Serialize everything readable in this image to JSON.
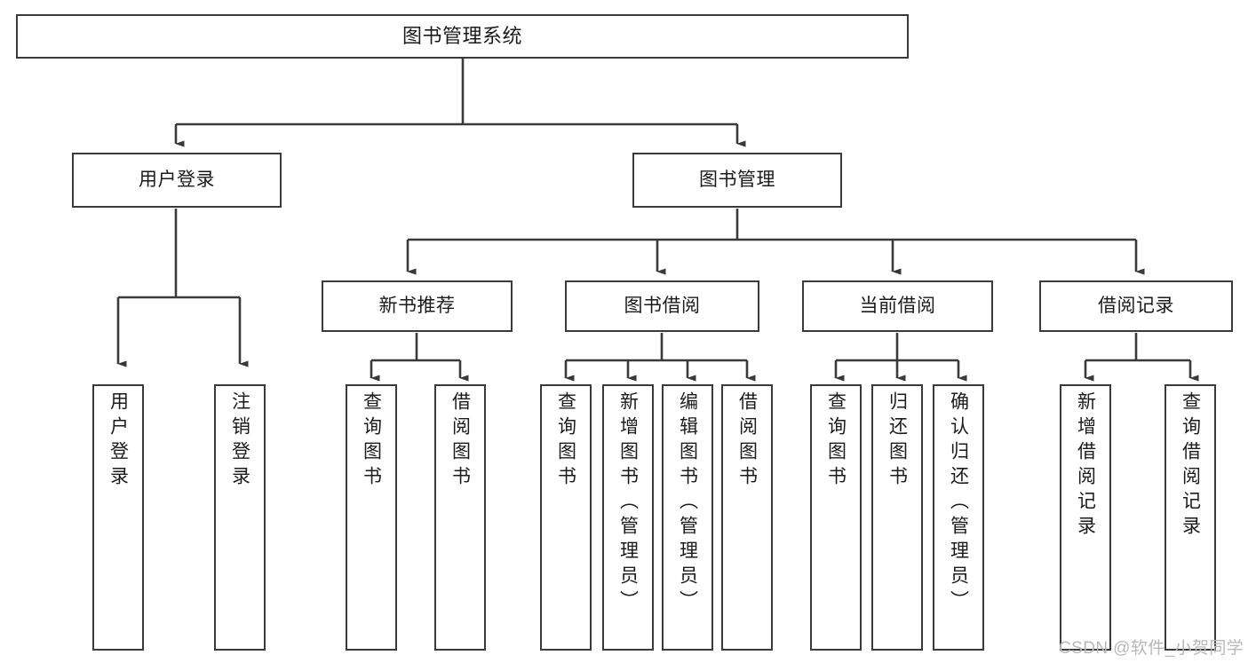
{
  "diagram": {
    "title": "图书管理系统",
    "root": {
      "id": "root",
      "label": "图书管理系统"
    },
    "level1": [
      {
        "id": "user-login",
        "label": "用户登录"
      },
      {
        "id": "book-management",
        "label": "图书管理"
      }
    ],
    "level2": [
      {
        "id": "new-book-recommend",
        "label": "新书推荐"
      },
      {
        "id": "book-borrow",
        "label": "图书借阅"
      },
      {
        "id": "current-borrow",
        "label": "当前借阅"
      },
      {
        "id": "borrow-record",
        "label": "借阅记录"
      }
    ],
    "leaves": {
      "user_login": [
        {
          "id": "leaf-user-login",
          "label": "用户登录"
        },
        {
          "id": "leaf-user-logout",
          "label": "注销登录"
        }
      ],
      "new_book_recommend": [
        {
          "id": "leaf-query-book-1",
          "label": "查询图书"
        },
        {
          "id": "leaf-borrow-book-1",
          "label": "借阅图书"
        }
      ],
      "book_borrow": [
        {
          "id": "leaf-query-book-2",
          "label": "查询图书"
        },
        {
          "id": "leaf-add-book",
          "label": "新增图书（管理员）"
        },
        {
          "id": "leaf-edit-book",
          "label": "编辑图书（管理员）"
        },
        {
          "id": "leaf-borrow-book-2",
          "label": "借阅图书"
        }
      ],
      "current_borrow": [
        {
          "id": "leaf-query-book-3",
          "label": "查询图书"
        },
        {
          "id": "leaf-return-book",
          "label": "归还图书"
        },
        {
          "id": "leaf-confirm-return",
          "label": "确认归还（管理员）"
        }
      ],
      "borrow_record": [
        {
          "id": "leaf-add-record",
          "label": "新增借阅记录"
        },
        {
          "id": "leaf-query-record",
          "label": "查询借阅记录"
        }
      ]
    },
    "watermark": "CSDN @软件_小贺同学",
    "colors": {
      "stroke": "#3a3a3a",
      "background": "#ffffff",
      "text": "#1b1b1b",
      "watermark": "#b8b8b8"
    }
  }
}
